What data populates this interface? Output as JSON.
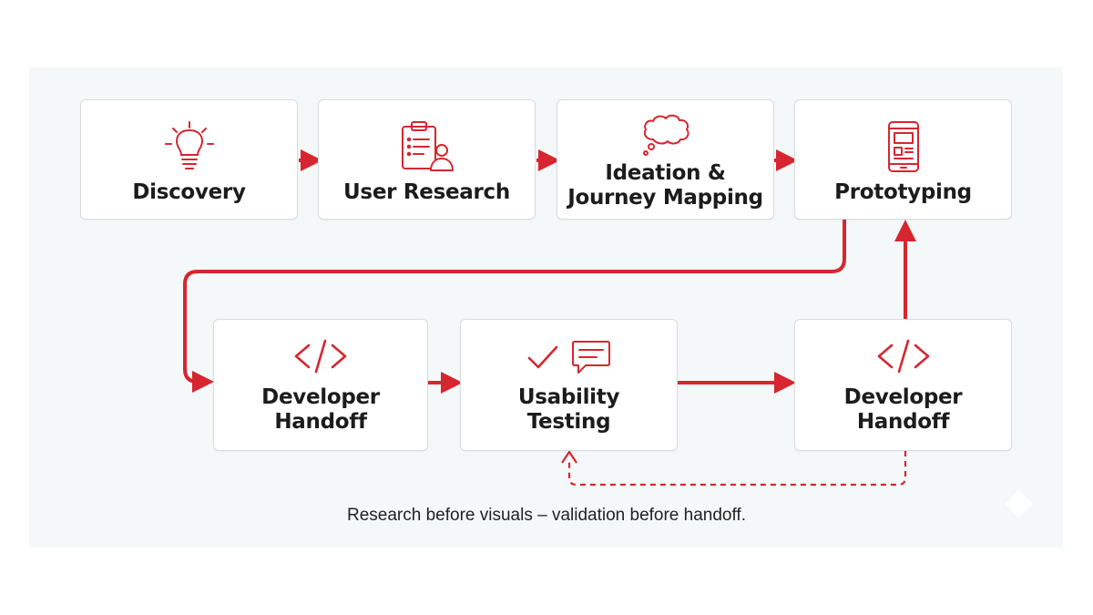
{
  "colors": {
    "accent": "#d7262f",
    "card_border": "#d8dcdf",
    "panel": "#f4f8f9",
    "text": "#1c1c1c"
  },
  "steps": [
    {
      "id": "discovery",
      "label": "Discovery",
      "icon": "lightbulb-icon"
    },
    {
      "id": "user-research",
      "label": "User Research",
      "icon": "clipboard-user-icon"
    },
    {
      "id": "ideation",
      "label": "Ideation &\nJourney Mapping",
      "icon": "thought-cloud-icon"
    },
    {
      "id": "prototyping",
      "label": "Prototyping",
      "icon": "mobile-wireframe-icon"
    },
    {
      "id": "handoff-left",
      "label": "Developer\nHandoff",
      "icon": "code-icon"
    },
    {
      "id": "usability",
      "label": "Usability\nTesting",
      "icon": "check-chat-icon"
    },
    {
      "id": "handoff-right",
      "label": "Developer\nHandoff",
      "icon": "code-icon"
    }
  ],
  "caption": "Research before visuals – validation before handoff."
}
